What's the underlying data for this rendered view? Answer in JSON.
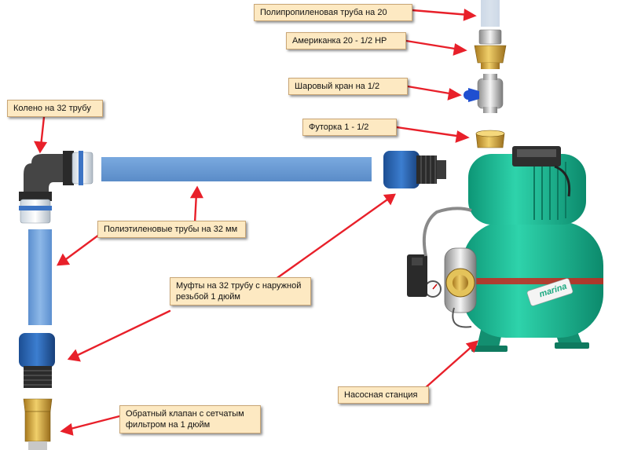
{
  "labels": {
    "pp_pipe": "Полипропиленовая труба на 20",
    "union": "Американка 20 - 1/2 НР",
    "ball_valve": "Шаровый кран на 1/2",
    "bushing": "Футорка 1 - 1/2",
    "elbow": "Колено на 32 трубу",
    "pe_pipes": "Полиэтиленовые трубы на 32 мм",
    "couplings": "Муфты на 32 трубу с наружной\nрезьбой 1 дюйм",
    "pump_station": "Насосная станция",
    "check_valve": "Обратный клапан с сетчатым\nфильтром на 1 дюйм"
  },
  "brand": "marina",
  "colors": {
    "arrow": "#e8202a",
    "label_bg": "#fde9c2",
    "pipe_blue": "#6b9fd6",
    "pump_green": "#1cb592",
    "fitting_blue": "#2a63b0"
  }
}
